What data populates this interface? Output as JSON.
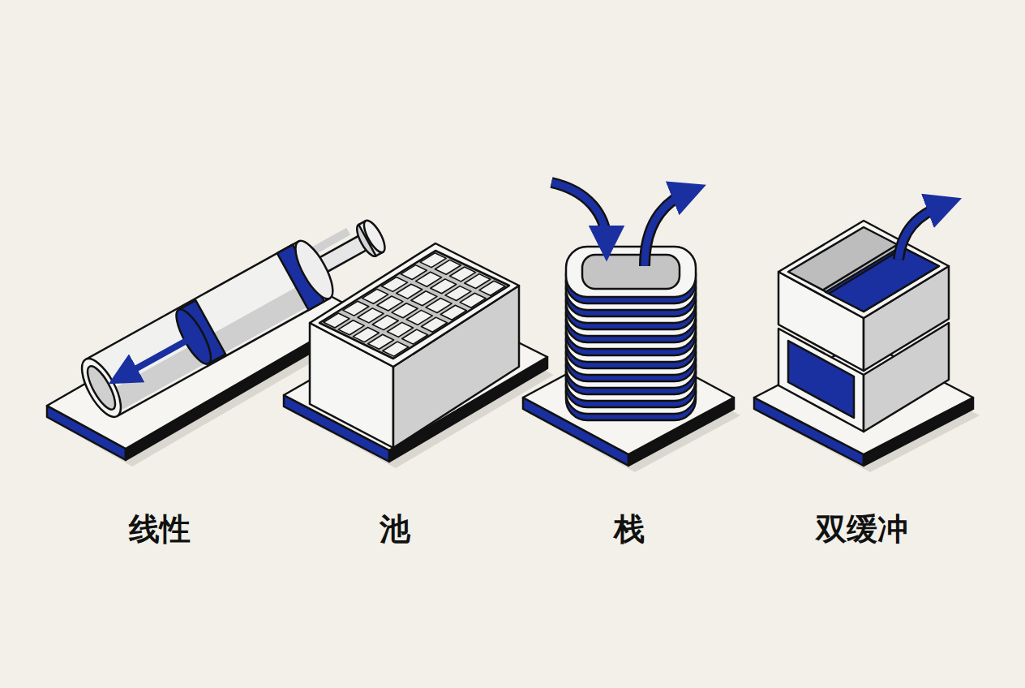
{
  "diagram": {
    "labels": [
      "线性",
      "池",
      "栈",
      "双缓冲"
    ]
  }
}
